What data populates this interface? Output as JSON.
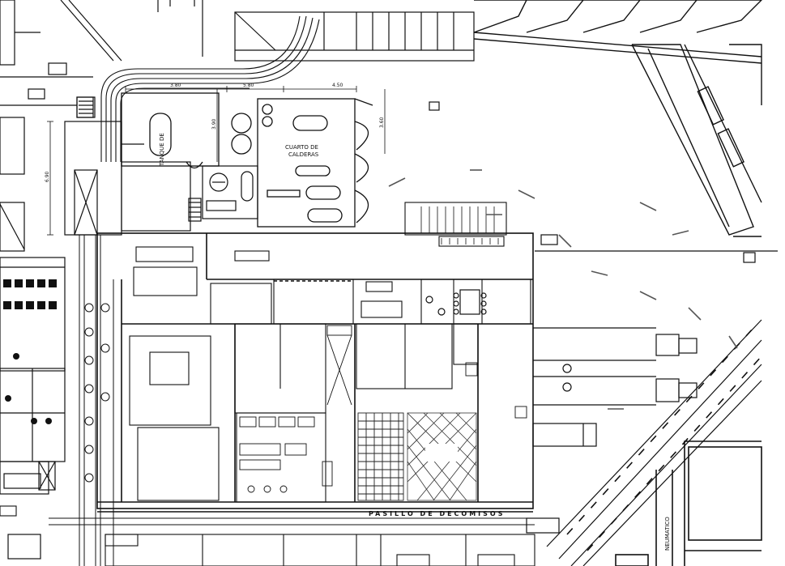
{
  "labels": {
    "tanque": "TANQUE DE",
    "cuarto_calderas_1": "CUARTO DE",
    "cuarto_calderas_2": "CALDERAS",
    "pasillo": "PASILLO DE DECOMISOS",
    "neumatico": "NEUMATICO"
  },
  "dimensions": [
    "3.80",
    "5.80",
    "4.50",
    "3.90",
    "6.90",
    "3.60"
  ],
  "colors": {
    "line": "#111111",
    "hatch": "#333333",
    "background": "#ffffff"
  }
}
